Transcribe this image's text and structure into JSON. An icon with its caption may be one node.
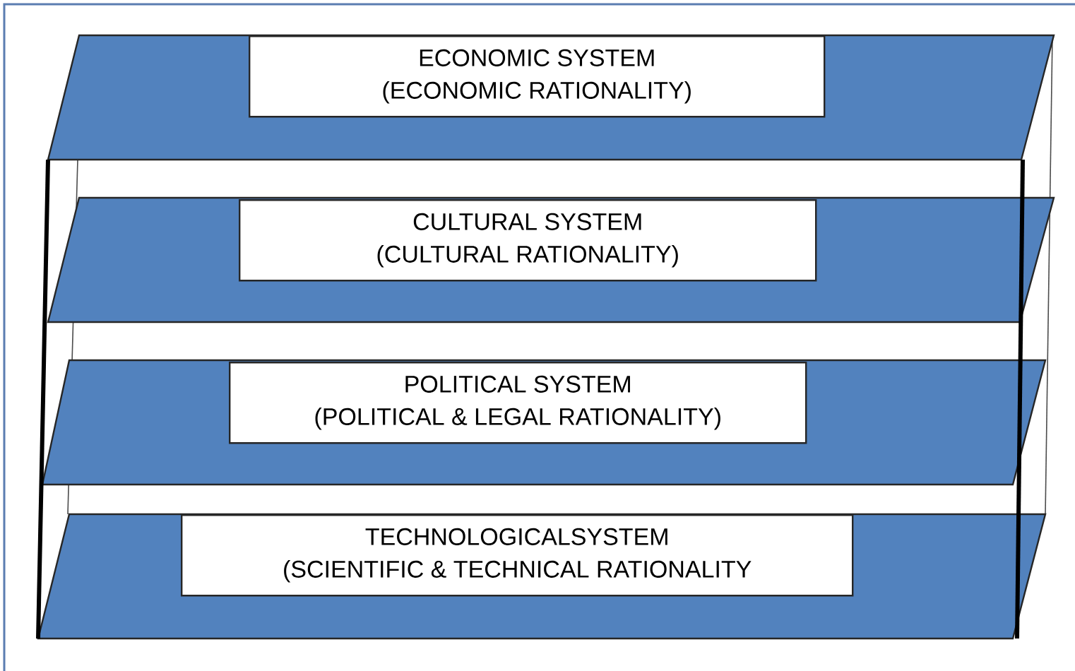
{
  "diagram": {
    "nodes": [
      {
        "text": [],
        "shape": "parallelogram"
      },
      {
        "text": [
          "ECONOMIC  SYSTEM",
          "(ECONOMIC RATIONALITY)"
        ],
        "in": 0
      },
      {
        "text": [],
        "shape": "parallelogram"
      },
      {
        "text": [
          "CULTURAL SYSTEM",
          "(CULTURAL RATIONALITY)"
        ],
        "in": 2
      },
      {
        "text": [],
        "shape": "parallelogram"
      },
      {
        "text": [
          "POLITICAL SYSTEM",
          "(POLITICAL & LEGAL RATIONALITY)"
        ],
        "in": 4
      },
      {
        "text": [],
        "shape": "parallelogram"
      },
      {
        "text": [
          "TECHNOLOGICALSYSTEM",
          "(SCIENTIFIC & TECHNICAL RATIONALITY"
        ],
        "in": 6
      }
    ]
  }
}
